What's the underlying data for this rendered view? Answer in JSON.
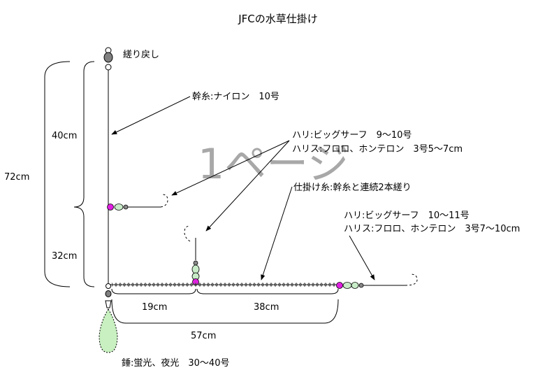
{
  "title": "JFCの水草仕掛け",
  "watermark": "1ページ",
  "swivel_label": "縒り戻し",
  "main_line_label": "幹糸:ナイロン　10号",
  "hook_upper": {
    "hook": "ハリ:ビッグサーフ　9〜10号",
    "leader": "ハリス:フロロ、ホンテロン　3号5〜7cm"
  },
  "rig_line_label": "仕掛け糸:幹糸と連続2本縒り",
  "hook_lower": {
    "hook": "ハリ:ビッグサーフ　10〜11号",
    "leader": "ハリス:フロロ、ホンテロン　3号7〜10cm"
  },
  "sinker_label": "錘:蛍光、夜光　30〜40号",
  "dimensions": {
    "total": "72cm",
    "upper": "40cm",
    "lower": "32cm",
    "seg1": "19cm",
    "seg2": "38cm",
    "horizontal_total": "57cm"
  },
  "colors": {
    "bead_magenta": "#e020e0",
    "bead_green": "#c8ecc8",
    "sinker": "#c8f0c0",
    "watermark": "#9a9a9a"
  }
}
